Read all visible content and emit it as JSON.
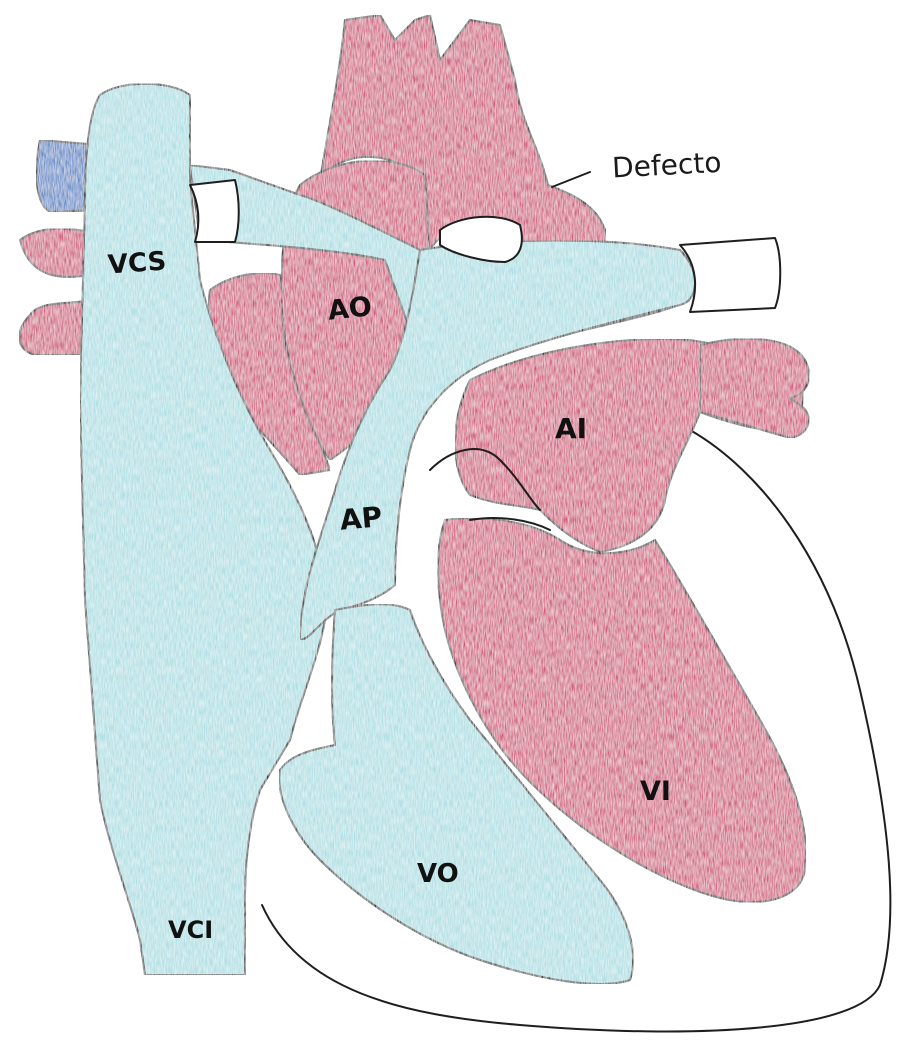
{
  "labels": {
    "vcs": "VCS",
    "ao": "AO",
    "ai": "AI",
    "ap": "AP",
    "vi": "VI",
    "vo": "VO",
    "vci": "VCI",
    "defect": "Defecto"
  },
  "colors": {
    "deoxygenated": "#a9dde2",
    "oxygenated": "#cf4e74",
    "dark_vessel": "#4b7fc4",
    "outline": "#1e1e1e"
  }
}
